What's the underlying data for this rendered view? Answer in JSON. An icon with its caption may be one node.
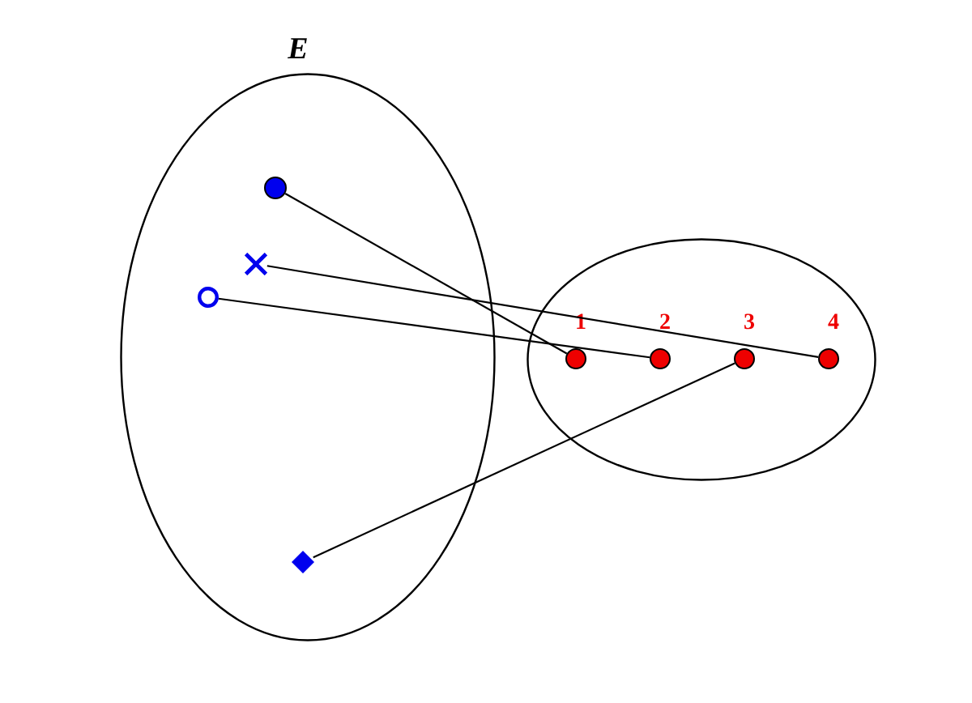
{
  "diagram": {
    "nodes": [
      {
        "text": [
          "E"
        ]
      },
      {
        "text": [],
        "shape": "circle",
        "in": 0
      },
      {
        "text": [],
        "shape": "cross",
        "in": 0
      },
      {
        "text": [],
        "shape": "ring",
        "in": 0
      },
      {
        "text": [],
        "shape": "diamond",
        "in": 0
      },
      {
        "text": [],
        "shape": "ellipse"
      },
      {
        "text": [],
        "shape": "circle",
        "in": 5,
        "beside": [
          "1"
        ]
      },
      {
        "text": [],
        "shape": "circle",
        "in": 5,
        "beside": [
          "2"
        ]
      },
      {
        "text": [],
        "shape": "circle",
        "in": 5,
        "beside": [
          "3"
        ]
      },
      {
        "text": [],
        "shape": "circle",
        "in": 5,
        "beside": [
          "4"
        ]
      }
    ],
    "edges": [
      {
        "from": 1,
        "to": 6,
        "arrow": "none"
      },
      {
        "from": 2,
        "to": 9,
        "arrow": "none"
      },
      {
        "from": 3,
        "to": 7,
        "arrow": "none"
      },
      {
        "from": 4,
        "to": 8,
        "arrow": "none"
      }
    ]
  }
}
